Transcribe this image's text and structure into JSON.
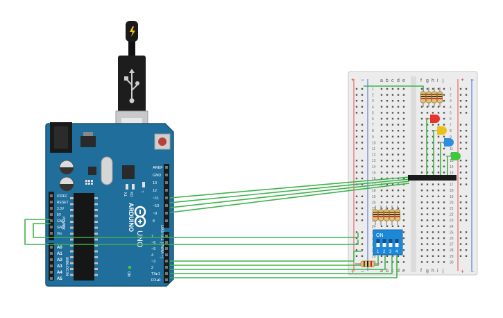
{
  "arduino": {
    "brand": "ARDUINO",
    "model": "UNO",
    "digital_label": "DIGITAL (PWM ~)",
    "power_label": "POWER",
    "analog_label": "ANALOG IN",
    "on_label": "ON",
    "tx_label": "TX",
    "rx_label": "RX",
    "l_label": "L",
    "top_header_pins": [
      "AREF",
      "GND",
      "13",
      "12",
      "~11",
      "~10",
      "~9",
      "8"
    ],
    "bottom_header_pins": [
      "7",
      "~6",
      "~5",
      "4",
      "~3",
      "2",
      "TX▸1",
      "RX◂0"
    ],
    "power_pins": [
      "IOREF",
      "RESET",
      "3.3V",
      "5V",
      "GND",
      "GND",
      "Vin"
    ],
    "analog_pins": [
      "A0",
      "A1",
      "A2",
      "A3",
      "A4",
      "A5"
    ]
  },
  "breadboard": {
    "top_cols_left": [
      "a",
      "b",
      "c",
      "d",
      "e"
    ],
    "top_cols_right": [
      "f",
      "g",
      "h",
      "i",
      "j"
    ],
    "plus_label": "+",
    "minus_label": "−",
    "row_numbers": [
      "1",
      "2",
      "3",
      "4",
      "5",
      "6",
      "7",
      "8",
      "9",
      "10",
      "11",
      "12",
      "13",
      "14",
      "15",
      "16",
      "17",
      "18",
      "19",
      "20",
      "21",
      "22",
      "23",
      "24",
      "25",
      "26",
      "27",
      "28",
      "29",
      "30"
    ]
  },
  "dip_switch": {
    "on_label": "ON",
    "positions": [
      "1",
      "2",
      "3",
      "4"
    ]
  },
  "leds": [
    {
      "color": "#e8322c"
    },
    {
      "color": "#e8c21c"
    },
    {
      "color": "#2e8de0"
    },
    {
      "color": "#3ec93a"
    }
  ],
  "colors": {
    "board": "#1f6e9b",
    "wire": "#3db34b",
    "breadboard": "#efefef",
    "rail_red": "#e34b4b",
    "rail_blue": "#3a6ad6",
    "dip": "#1e88d8",
    "resistor": "#e3c27a"
  },
  "icons": {
    "usb": "usb-icon",
    "bolt": "lightning-bolt-icon"
  }
}
